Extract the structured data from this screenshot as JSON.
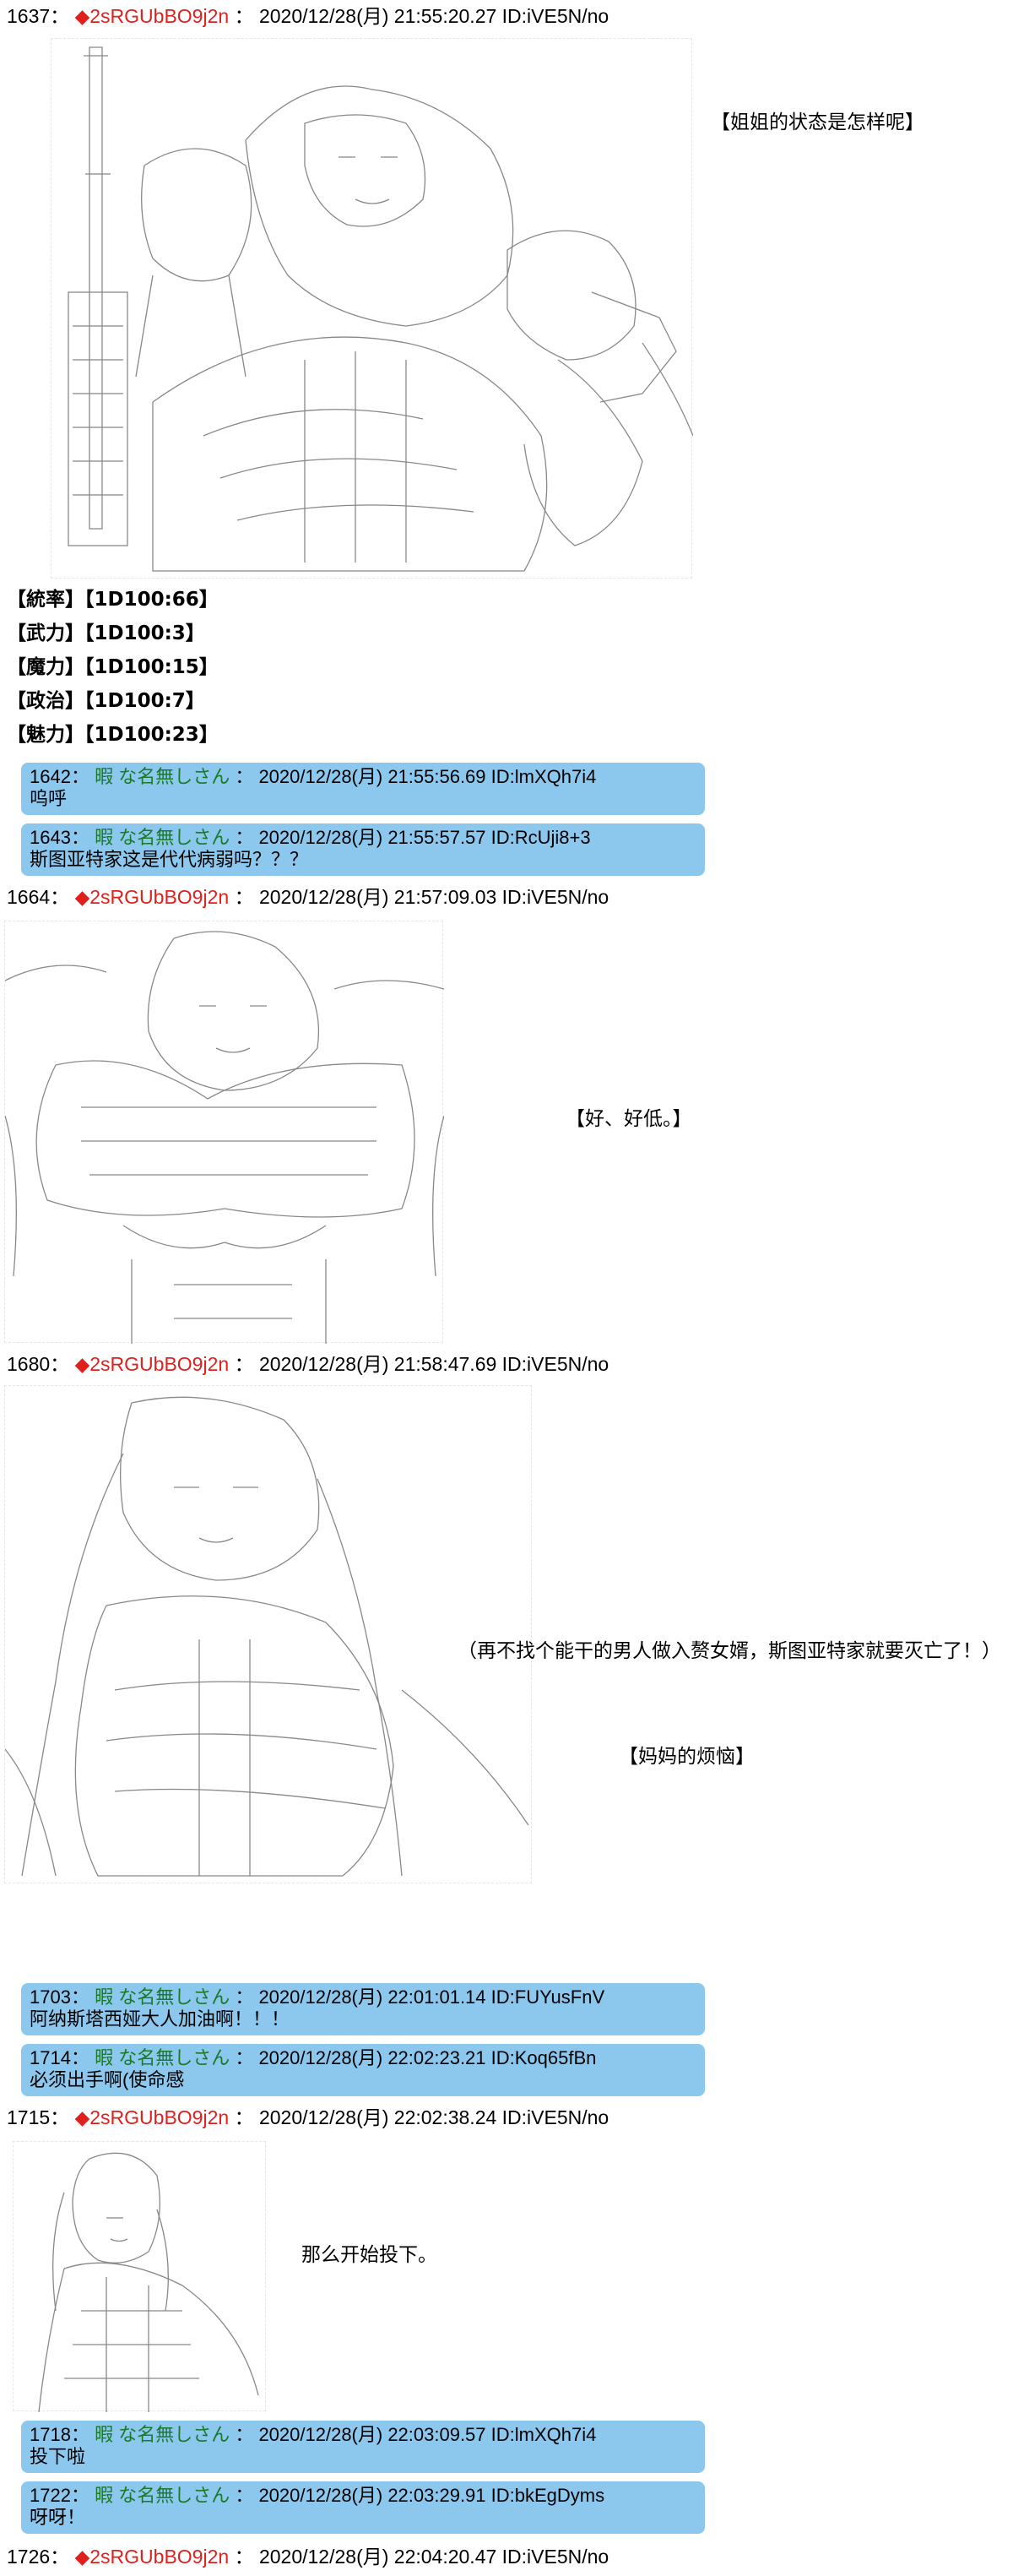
{
  "posts": [
    {
      "num": "1637：",
      "trip": "◆2sRGUbBO9j2n",
      "rest": "：  2020/12/28(月) 21:55:20.27 ID:iVE5N/no"
    },
    {
      "num": "1664：",
      "trip": "◆2sRGUbBO9j2n",
      "rest": "：  2020/12/28(月) 21:57:09.03 ID:iVE5N/no"
    },
    {
      "num": "1680：",
      "trip": "◆2sRGUbBO9j2n",
      "rest": "：  2020/12/28(月) 21:58:47.69 ID:iVE5N/no"
    },
    {
      "num": "1715：",
      "trip": "◆2sRGUbBO9j2n",
      "rest": "：  2020/12/28(月) 22:02:38.24 ID:iVE5N/no"
    },
    {
      "num": "1726：",
      "trip": "◆2sRGUbBO9j2n",
      "rest": "：  2020/12/28(月) 22:04:20.47 ID:iVE5N/no"
    }
  ],
  "speech": {
    "s1": "【姐姐的状态是怎样呢】",
    "s2": "【好、好低。】",
    "s3": "（再不找个能干的男人做入赘女婿，斯图亚特家就要灭亡了！）",
    "s4": "【妈妈的烦恼】",
    "s5": "那么开始投下。"
  },
  "stats": [
    "【統率】【1D100:66】",
    "【武力】【1D100:3】",
    "【魔力】【1D100:15】",
    "【政治】【1D100:7】",
    "【魅力】【1D100:23】"
  ],
  "replies": [
    {
      "num": "1642：",
      "name": "暇 な名無しさん",
      "meta": "：  2020/12/28(月) 21:55:56.69 ID:lmXQh7i4",
      "body": "呜呼"
    },
    {
      "num": "1643：",
      "name": "暇 な名無しさん",
      "meta": "：  2020/12/28(月) 21:55:57.57 ID:RcUji8+3",
      "body": "斯图亚特家这是代代病弱吗？？？"
    },
    {
      "num": "1703：",
      "name": "暇 な名無しさん",
      "meta": "：  2020/12/28(月) 22:01:01.14 ID:FUYusFnV",
      "body": "阿纳斯塔西娅大人加油啊！！！"
    },
    {
      "num": "1714：",
      "name": "暇 な名無しさん",
      "meta": "：  2020/12/28(月) 22:02:23.21 ID:Koq65fBn",
      "body": "必须出手啊(使命感"
    },
    {
      "num": "1718：",
      "name": "暇 な名無しさん",
      "meta": "：  2020/12/28(月) 22:03:09.57 ID:lmXQh7i4",
      "body": "投下啦"
    },
    {
      "num": "1722：",
      "name": "暇 な名無しさん",
      "meta": "：  2020/12/28(月) 22:03:29.91 ID:bkEgDyms",
      "body": "呀呀！"
    }
  ]
}
